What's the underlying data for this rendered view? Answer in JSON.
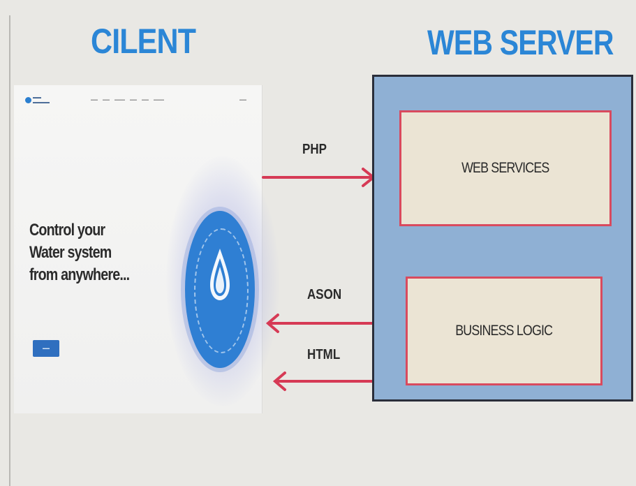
{
  "client": {
    "heading": "CILENT",
    "mockup": {
      "hero_lines": [
        "Control your",
        "Water system",
        "from anywhere..."
      ]
    }
  },
  "server": {
    "heading": "WEB SERVER",
    "components": {
      "web_services": "WEB SERVICES",
      "business_logic": "BUSINESS LOGIC"
    }
  },
  "arrows": {
    "php": "PHP",
    "ason": "ASON",
    "html": "HTML"
  },
  "colors": {
    "heading": "#2b86d6",
    "arrow": "#d63a55",
    "server_fill": "#8fb0d4",
    "component_border": "#d94a5e",
    "component_fill": "#ebe4d4"
  },
  "icons": {
    "drop": "water-drop-icon",
    "logo": "brand-logo-icon"
  }
}
